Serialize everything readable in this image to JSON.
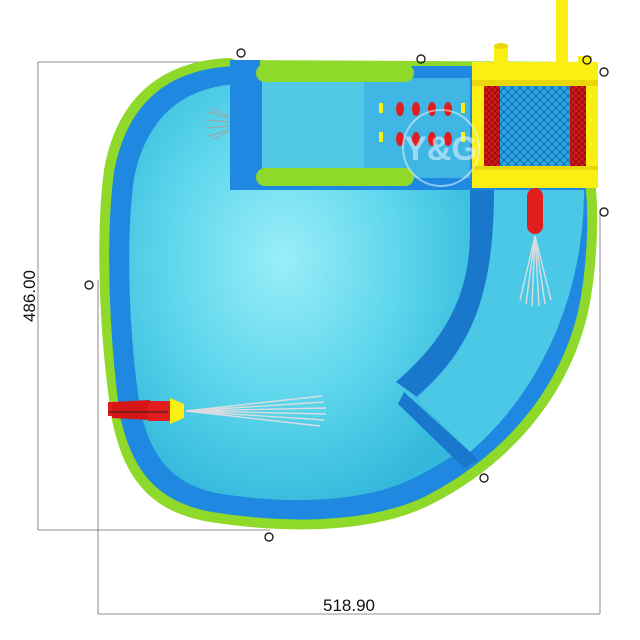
{
  "dimensions": {
    "width_label": "518.90",
    "height_label": "486.00"
  },
  "watermark": {
    "text": "Y&G"
  },
  "colors": {
    "pool_water": "#4fcfe9",
    "pool_water_light": "#8fe8f6",
    "wall_blue": "#1f88e0",
    "rim_green": "#8fd92a",
    "accent_yellow": "#fbee12",
    "accent_red": "#e11d1d",
    "net_blue": "#1c8ed6",
    "dimension_line": "#555555",
    "anchor_ring": "#222222"
  }
}
